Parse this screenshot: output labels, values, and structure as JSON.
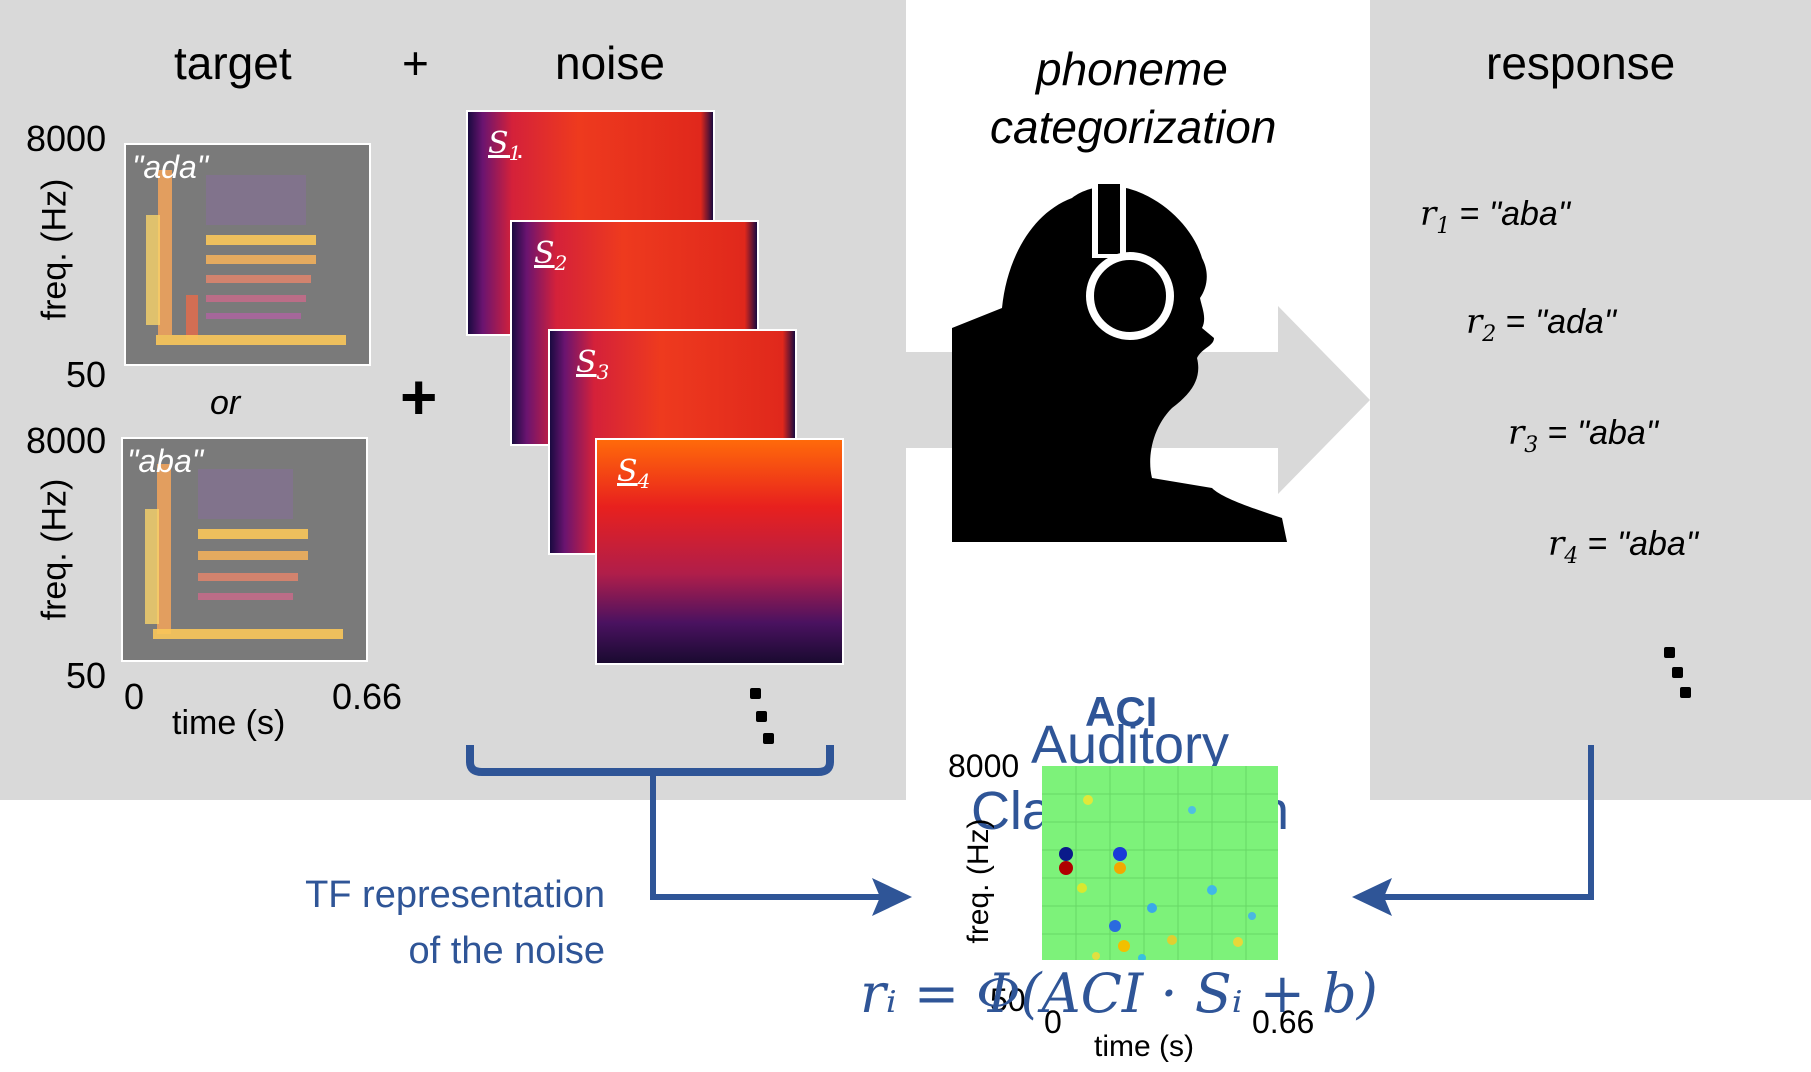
{
  "stimulus": {
    "target_header": "target",
    "plus_top": "+",
    "plus_mid": "+",
    "noise_header": "noise",
    "or_label": "or",
    "spectrogram_1": {
      "label": "\"ada\"",
      "y_max": "8000",
      "y_min": "50",
      "y_label": "freq. (Hz)"
    },
    "spectrogram_2": {
      "label": "\"aba\"",
      "y_max": "8000",
      "y_min": "50",
      "y_label": "freq. (Hz)"
    },
    "x_min": "0",
    "x_max": "0.66",
    "x_label": "time (s)",
    "noise_samples": [
      {
        "var": "S",
        "sub": "1"
      },
      {
        "var": "S",
        "sub": "2"
      },
      {
        "var": "S",
        "sub": "3"
      },
      {
        "var": "S",
        "sub": "4"
      }
    ]
  },
  "task": {
    "line1": "phoneme",
    "line2": "categorization",
    "icon": "listener-with-headphones-icon"
  },
  "response": {
    "header": "response",
    "items": [
      {
        "var": "r",
        "sub": "1",
        "eq": "=",
        "value": "\"aba\""
      },
      {
        "var": "r",
        "sub": "2",
        "eq": "=",
        "value": "\"ada\""
      },
      {
        "var": "r",
        "sub": "3",
        "eq": "=",
        "value": "\"aba\""
      },
      {
        "var": "r",
        "sub": "4",
        "eq": "=",
        "value": "\"aba\""
      }
    ]
  },
  "aci": {
    "title": "ACI",
    "subtitle": "Auditory Classification Image",
    "y_max": "8000",
    "y_min": "50",
    "y_label": "freq. (Hz)",
    "x_min": "0",
    "x_max": "0.66",
    "x_label": "time (s)",
    "formula": "rᵢ = Φ(ACI · Sᵢ + b)"
  },
  "noise_caption": {
    "line1": "TF representation",
    "line2": "of the noise"
  },
  "colors": {
    "panel": "#d9d9d9",
    "arrow": "#2f5597",
    "aci_bg": "#7df27a"
  }
}
